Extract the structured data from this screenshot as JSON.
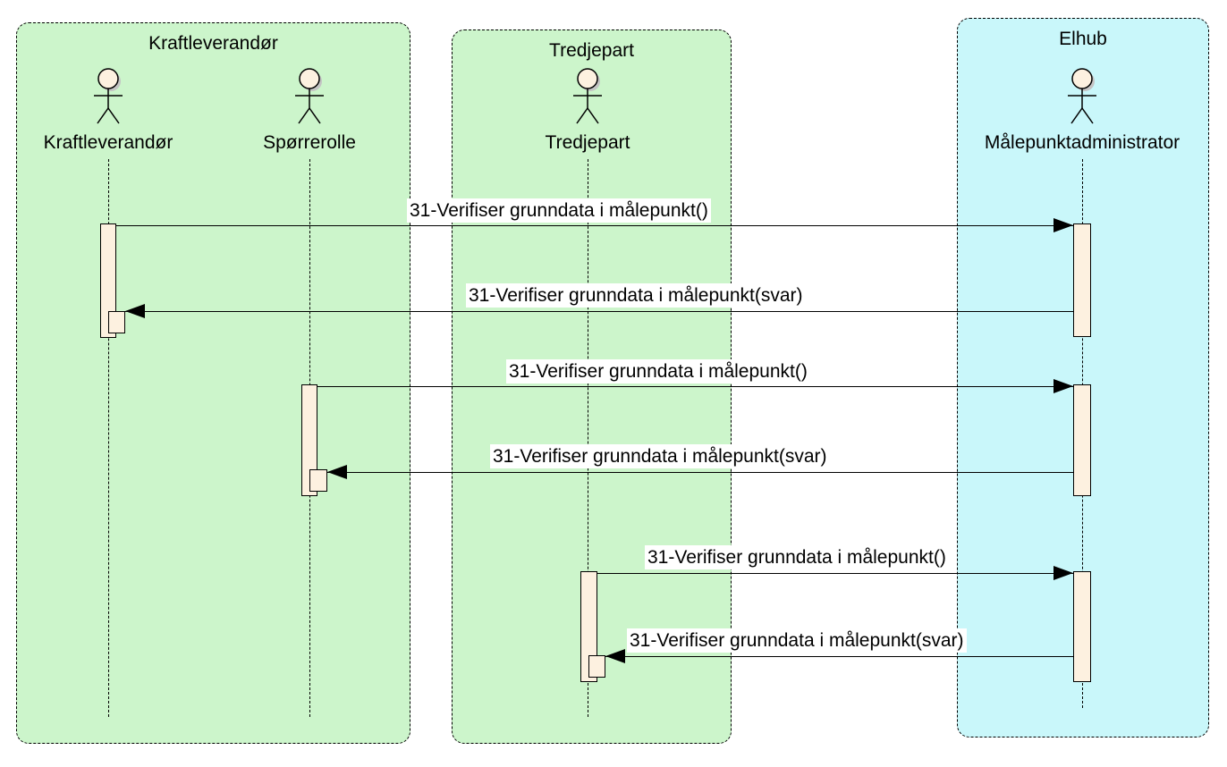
{
  "diagram": {
    "type": "uml-sequence-diagram",
    "colors": {
      "frame_green_fill": "#ccf5cb",
      "frame_cyan_fill": "#c9f7fa",
      "activation_fill": "#fdf1e0",
      "line_color": "#000000",
      "label_background": "#ffffff",
      "actor_head_fill": "#fdf1e0",
      "shadow": "#c4c4c4"
    }
  },
  "frames": [
    {
      "title": "Kraftleverandør",
      "fill": "#ccf5cb"
    },
    {
      "title": "Tredjepart",
      "fill": "#ccf5cb"
    },
    {
      "title": "Elhub",
      "fill": "#c9f7fa"
    }
  ],
  "actors": [
    {
      "name": "Kraftleverandør",
      "frame": "Kraftleverandør"
    },
    {
      "name": "Spørrerolle",
      "frame": "Kraftleverandør"
    },
    {
      "name": "Tredjepart",
      "frame": "Tredjepart"
    },
    {
      "name": "Målepunktadministrator",
      "frame": "Elhub"
    }
  ],
  "messages": [
    {
      "label": "31-Verifiser grunndata i målepunkt()",
      "from": "Kraftleverandør",
      "to": "Målepunktadministrator",
      "direction": "right"
    },
    {
      "label": "31-Verifiser grunndata i målepunkt(svar)",
      "from": "Målepunktadministrator",
      "to": "Kraftleverandør",
      "direction": "left"
    },
    {
      "label": "31-Verifiser grunndata i målepunkt()",
      "from": "Spørrerolle",
      "to": "Målepunktadministrator",
      "direction": "right"
    },
    {
      "label": "31-Verifiser grunndata i målepunkt(svar)",
      "from": "Målepunktadministrator",
      "to": "Spørrerolle",
      "direction": "left"
    },
    {
      "label": "31-Verifiser grunndata i målepunkt()",
      "from": "Tredjepart",
      "to": "Målepunktadministrator",
      "direction": "right"
    },
    {
      "label": "31-Verifiser grunndata i målepunkt(svar)",
      "from": "Målepunktadministrator",
      "to": "Tredjepart",
      "direction": "left"
    }
  ]
}
